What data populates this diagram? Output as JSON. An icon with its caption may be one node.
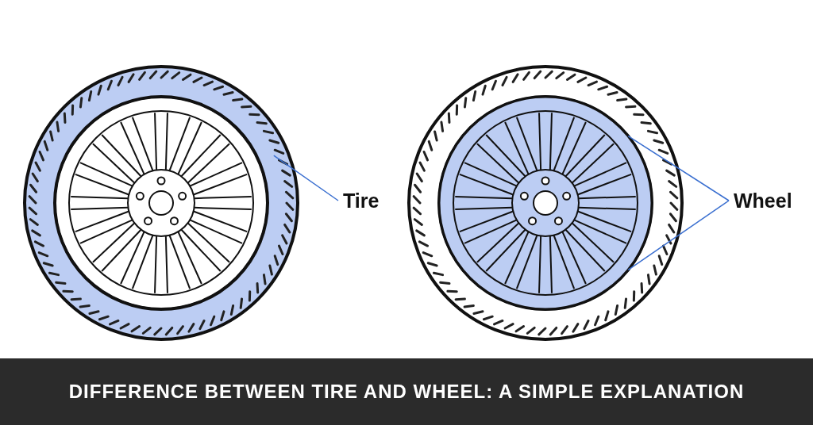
{
  "diagram": {
    "title": "DIFFERENCE BETWEEN TIRE AND WHEEL: A SIMPLE EXPLANATION",
    "nodes": [
      {
        "text": [],
        "shape": "picture"
      },
      {
        "text": [
          "Tire"
        ]
      },
      {
        "text": [],
        "shape": "picture"
      },
      {
        "text": [
          "Wheel"
        ]
      }
    ],
    "edges": [
      {
        "from": 1,
        "to": 0,
        "arrow": "none"
      },
      {
        "from": 3,
        "to": 2,
        "arrow": "none"
      },
      {
        "from": 3,
        "to": 2,
        "arrow": "none"
      }
    ]
  }
}
